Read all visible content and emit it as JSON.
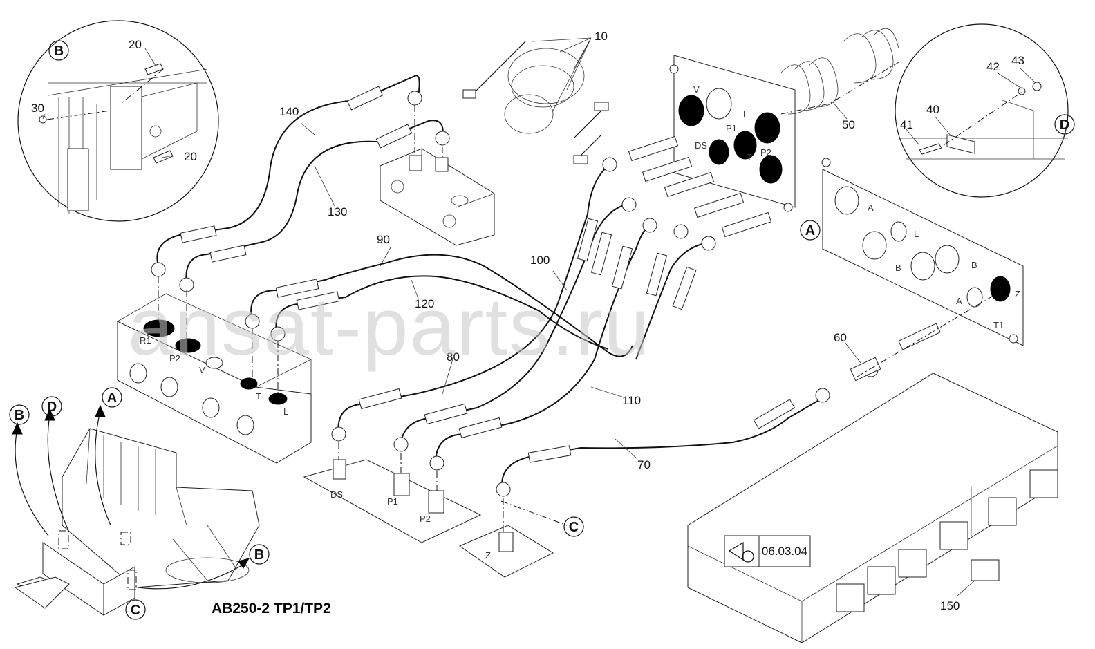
{
  "watermark": "ansat-parts.ru",
  "title": "AB250-2 TP1/TP2",
  "view_reference": "06.03.04",
  "callouts": {
    "b": "B",
    "d": "D",
    "a": "A",
    "c": "C"
  },
  "part_numbers": {
    "p10": "10",
    "p20a": "20",
    "p20b": "20",
    "p30": "30",
    "p40": "40",
    "p41": "41",
    "p42": "42",
    "p43": "43",
    "p50": "50",
    "p60": "60",
    "p70": "70",
    "p80": "80",
    "p90": "90",
    "p100": "100",
    "p110": "110",
    "p120": "120",
    "p130": "130",
    "p140": "140",
    "p150": "150"
  },
  "port_labels": {
    "plate_v": "V",
    "plate_p1": "P1",
    "plate_l": "L",
    "plate_ds": "DS",
    "plate_t": "T",
    "plate_p2": "P2",
    "panel_a": "A",
    "panel_l": "L",
    "panel_b1": "B",
    "panel_b2": "B",
    "panel_a2": "A",
    "panel_z": "Z",
    "panel_t1": "T1",
    "blk_ds": "DS",
    "blk_p1": "P1",
    "blk_p2": "P2",
    "blk_z": "Z",
    "mani_p2": "P2",
    "mani_v": "V",
    "mani_t": "T",
    "mani_l": "L",
    "mani_r1": "R1"
  }
}
